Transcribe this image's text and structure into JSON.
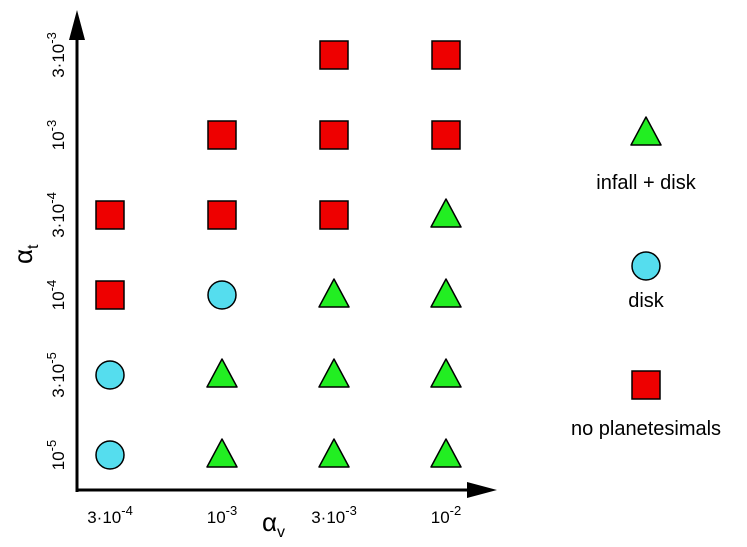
{
  "chart_data": {
    "type": "scatter",
    "x_axis": {
      "label": "α",
      "label_sub": "v",
      "ticks": [
        {
          "base": "3·10",
          "exp": "-4"
        },
        {
          "base": "10",
          "exp": "-3"
        },
        {
          "base": "3·10",
          "exp": "-3"
        },
        {
          "base": "10",
          "exp": "-2"
        }
      ]
    },
    "y_axis": {
      "label": "α",
      "label_sub": "t",
      "ticks": [
        {
          "base": "10",
          "exp": "-5"
        },
        {
          "base": "3·10",
          "exp": "-5"
        },
        {
          "base": "10",
          "exp": "-4"
        },
        {
          "base": "3·10",
          "exp": "-4"
        },
        {
          "base": "10",
          "exp": "-3"
        },
        {
          "base": "3·10",
          "exp": "-3"
        }
      ]
    },
    "x_values": [
      0.0003,
      0.001,
      0.003,
      0.01
    ],
    "y_values": [
      1e-05,
      3e-05,
      0.0001,
      0.0003,
      0.001,
      0.003
    ],
    "categories": {
      "infall_disk": {
        "label": "infall + disk",
        "marker": "triangle",
        "color": "#22ee22"
      },
      "disk": {
        "label": "disk",
        "marker": "circle",
        "color": "#55ddee"
      },
      "no_planetesimals": {
        "label": "no planetesimals",
        "marker": "square",
        "color": "#ee0000"
      }
    },
    "points": [
      {
        "x": 0.0003,
        "y": 1e-05,
        "category": "disk"
      },
      {
        "x": 0.001,
        "y": 1e-05,
        "category": "infall_disk"
      },
      {
        "x": 0.003,
        "y": 1e-05,
        "category": "infall_disk"
      },
      {
        "x": 0.01,
        "y": 1e-05,
        "category": "infall_disk"
      },
      {
        "x": 0.0003,
        "y": 3e-05,
        "category": "disk"
      },
      {
        "x": 0.001,
        "y": 3e-05,
        "category": "infall_disk"
      },
      {
        "x": 0.003,
        "y": 3e-05,
        "category": "infall_disk"
      },
      {
        "x": 0.01,
        "y": 3e-05,
        "category": "infall_disk"
      },
      {
        "x": 0.0003,
        "y": 0.0001,
        "category": "no_planetesimals"
      },
      {
        "x": 0.001,
        "y": 0.0001,
        "category": "disk"
      },
      {
        "x": 0.003,
        "y": 0.0001,
        "category": "infall_disk"
      },
      {
        "x": 0.01,
        "y": 0.0001,
        "category": "infall_disk"
      },
      {
        "x": 0.0003,
        "y": 0.0003,
        "category": "no_planetesimals"
      },
      {
        "x": 0.001,
        "y": 0.0003,
        "category": "no_planetesimals"
      },
      {
        "x": 0.003,
        "y": 0.0003,
        "category": "no_planetesimals"
      },
      {
        "x": 0.01,
        "y": 0.0003,
        "category": "infall_disk"
      },
      {
        "x": 0.001,
        "y": 0.001,
        "category": "no_planetesimals"
      },
      {
        "x": 0.003,
        "y": 0.001,
        "category": "no_planetesimals"
      },
      {
        "x": 0.01,
        "y": 0.001,
        "category": "no_planetesimals"
      },
      {
        "x": 0.003,
        "y": 0.003,
        "category": "no_planetesimals"
      },
      {
        "x": 0.01,
        "y": 0.003,
        "category": "no_planetesimals"
      }
    ],
    "legend": [
      "infall_disk",
      "disk",
      "no_planetesimals"
    ],
    "legend_position": "right",
    "grid": false
  }
}
